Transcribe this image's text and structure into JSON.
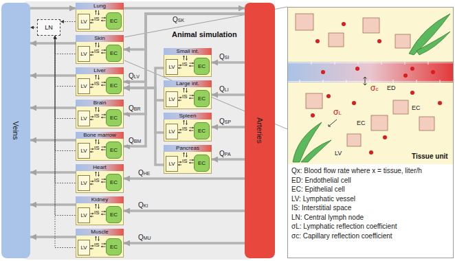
{
  "diagram": {
    "nodes": [
      {
        "text": [
          "Animal simulation"
        ]
      },
      {
        "text": [
          "Lung",
          "IS"
        ],
        "in": 0
      },
      {
        "text": [
          "LV"
        ],
        "in": 1
      },
      {
        "text": [
          "EC"
        ],
        "in": 1
      },
      {
        "text": [
          "Skin",
          "IS"
        ],
        "in": 0
      },
      {
        "text": [
          "LV"
        ],
        "in": 4
      },
      {
        "text": [
          "EC"
        ],
        "in": 4
      },
      {
        "text": [
          "Liver",
          "IS"
        ],
        "in": 0
      },
      {
        "text": [
          "LV"
        ],
        "in": 7
      },
      {
        "text": [
          "EC"
        ],
        "in": 7
      },
      {
        "text": [
          "Brain",
          "IS"
        ],
        "in": 0
      },
      {
        "text": [
          "LV"
        ],
        "in": 10
      },
      {
        "text": [
          "EC"
        ],
        "in": 10
      },
      {
        "text": [
          "Bone marrow",
          "IS"
        ],
        "in": 0
      },
      {
        "text": [
          "LV"
        ],
        "in": 13
      },
      {
        "text": [
          "EC"
        ],
        "in": 13
      },
      {
        "text": [
          "Heart",
          "IS"
        ],
        "in": 0
      },
      {
        "text": [
          "LV"
        ],
        "in": 16
      },
      {
        "text": [
          "EC"
        ],
        "in": 16
      },
      {
        "text": [
          "Kidney",
          "IS"
        ],
        "in": 0
      },
      {
        "text": [
          "LV"
        ],
        "in": 19
      },
      {
        "text": [
          "EC"
        ],
        "in": 19
      },
      {
        "text": [
          "Muscle",
          "IS"
        ],
        "in": 0
      },
      {
        "text": [
          "LV"
        ],
        "in": 22
      },
      {
        "text": [
          "EC"
        ],
        "in": 22
      },
      {
        "text": [
          "Small int.",
          "IS"
        ],
        "in": 0
      },
      {
        "text": [
          "LV"
        ],
        "in": 25
      },
      {
        "text": [
          "EC"
        ],
        "in": 25
      },
      {
        "text": [
          "Large int.",
          "IS"
        ],
        "in": 0
      },
      {
        "text": [
          "LV"
        ],
        "in": 28
      },
      {
        "text": [
          "EC"
        ],
        "in": 28
      },
      {
        "text": [
          "Spleen",
          "IS"
        ],
        "in": 0
      },
      {
        "text": [
          "LV"
        ],
        "in": 31
      },
      {
        "text": [
          "EC"
        ],
        "in": 31
      },
      {
        "text": [
          "Pancreas",
          "IS"
        ],
        "in": 0
      },
      {
        "text": [
          "LV"
        ],
        "in": 34
      },
      {
        "text": [
          "EC"
        ],
        "in": 34
      },
      {
        "text": [
          "LN"
        ],
        "in": 0
      },
      {
        "text": [
          "Veins"
        ]
      },
      {
        "text": [
          "Arteries"
        ]
      },
      {
        "text": [
          "Tissue unit",
          "Qx: Blood flow rate where x = tissue, liter/h",
          "ED: Endothelial cell",
          "EC: Epithelial cell",
          "LV: Lymphatic vessel",
          "IS: Interstitial space",
          "LN: Central lymph node",
          "σL: Lymphatic reflection coefficient",
          "σc: Capillary reflection coefficient"
        ]
      }
    ],
    "edges": [
      {
        "from": 38,
        "to": 1,
        "arrow": "to"
      },
      {
        "from": 1,
        "to": 39,
        "arrow": "to"
      },
      {
        "from": 39,
        "to": 4,
        "label": "QSK",
        "arrow": "to"
      },
      {
        "from": 39,
        "to": 7,
        "label": "QLV",
        "arrow": "to"
      },
      {
        "from": 39,
        "to": 10,
        "label": "QBR",
        "arrow": "to"
      },
      {
        "from": 39,
        "to": 13,
        "label": "QBM",
        "arrow": "to"
      },
      {
        "from": 39,
        "to": 16,
        "label": "QHE",
        "arrow": "to"
      },
      {
        "from": 39,
        "to": 19,
        "label": "QKI",
        "arrow": "to"
      },
      {
        "from": 39,
        "to": 22,
        "label": "QMU",
        "arrow": "to"
      },
      {
        "from": 39,
        "to": 25,
        "label": "QSI",
        "arrow": "to"
      },
      {
        "from": 39,
        "to": 28,
        "label": "QLI",
        "arrow": "to"
      },
      {
        "from": 39,
        "to": 31,
        "label": "QSP",
        "arrow": "to"
      },
      {
        "from": 39,
        "to": 34,
        "label": "QPA",
        "arrow": "to"
      },
      {
        "from": 4,
        "to": 38,
        "arrow": "to"
      },
      {
        "from": 7,
        "to": 38,
        "arrow": "to"
      },
      {
        "from": 10,
        "to": 38,
        "arrow": "to"
      },
      {
        "from": 13,
        "to": 38,
        "arrow": "to"
      },
      {
        "from": 16,
        "to": 38,
        "arrow": "to"
      },
      {
        "from": 19,
        "to": 38,
        "arrow": "to"
      },
      {
        "from": 22,
        "to": 38,
        "arrow": "to"
      },
      {
        "from": 25,
        "to": 7,
        "arrow": "to"
      },
      {
        "from": 28,
        "to": 7,
        "arrow": "to"
      },
      {
        "from": 31,
        "to": 7,
        "arrow": "to"
      },
      {
        "from": 34,
        "to": 7,
        "arrow": "to"
      },
      {
        "from": 2,
        "to": 37,
        "arrow": "to"
      },
      {
        "from": 5,
        "to": 37,
        "arrow": "to"
      },
      {
        "from": 8,
        "to": 37,
        "arrow": "to"
      },
      {
        "from": 11,
        "to": 37,
        "arrow": "to"
      },
      {
        "from": 14,
        "to": 37,
        "arrow": "to"
      },
      {
        "from": 17,
        "to": 37,
        "arrow": "to"
      },
      {
        "from": 20,
        "to": 37,
        "arrow": "to"
      },
      {
        "from": 23,
        "to": 37,
        "arrow": "to"
      },
      {
        "from": 37,
        "to": 38,
        "arrow": "to"
      }
    ],
    "labels": [
      "σc",
      "ED",
      "EC",
      "σL",
      "EC",
      "LV"
    ]
  }
}
